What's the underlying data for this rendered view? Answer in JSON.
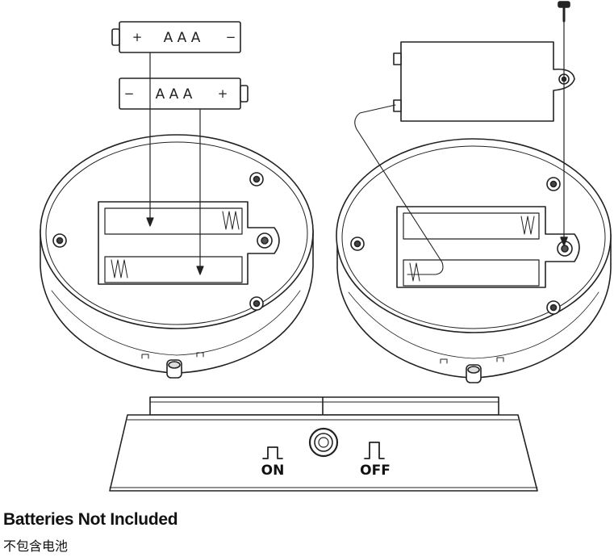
{
  "battery_top": {
    "plus": "+",
    "type": "AAA",
    "minus": "−"
  },
  "battery_bottom": {
    "minus": "−",
    "type": "AAA",
    "plus": "+"
  },
  "switch": {
    "on_label": "ON",
    "off_label": "OFF"
  },
  "caption": {
    "english": "Batteries Not Included",
    "chinese": "不包含电池"
  }
}
